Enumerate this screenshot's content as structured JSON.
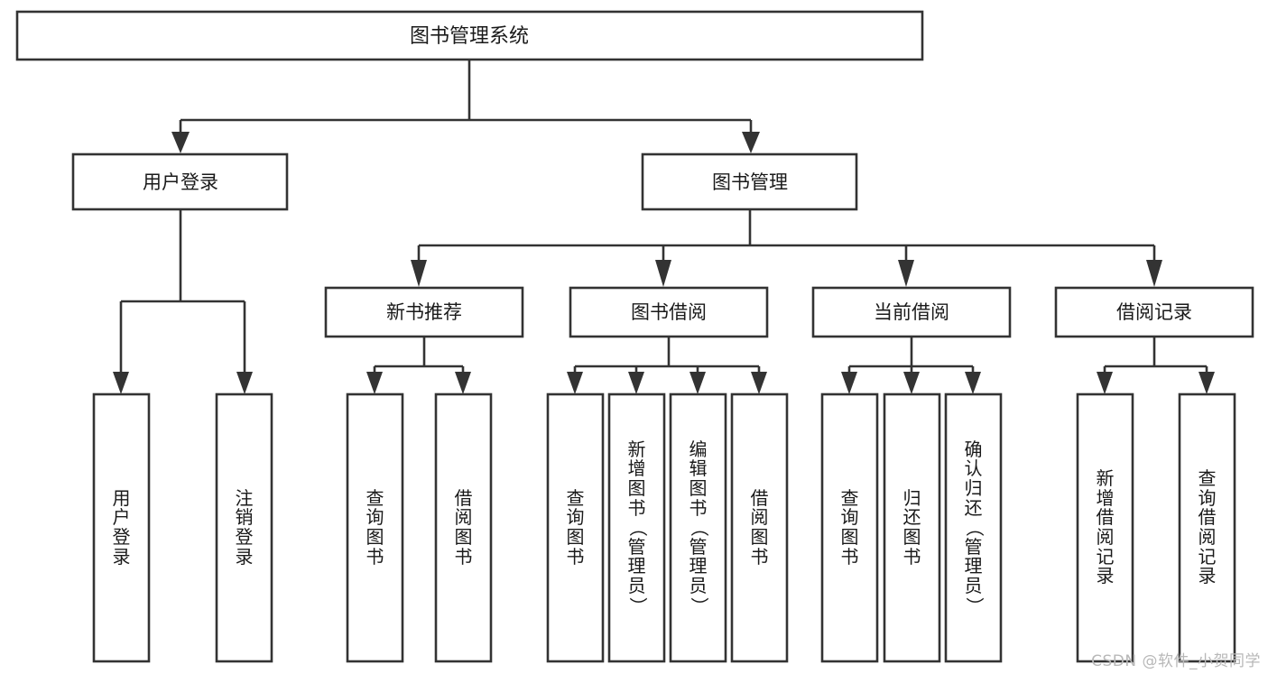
{
  "diagram": {
    "type": "tree",
    "title": "图书管理系统",
    "orientation": "top-down",
    "root": {
      "label": "图书管理系统",
      "children": [
        {
          "label": "用户登录",
          "children": [
            {
              "label": "用户登录"
            },
            {
              "label": "注销登录"
            }
          ]
        },
        {
          "label": "图书管理",
          "children": [
            {
              "label": "新书推荐",
              "children": [
                {
                  "label": "查询图书"
                },
                {
                  "label": "借阅图书"
                }
              ]
            },
            {
              "label": "图书借阅",
              "children": [
                {
                  "label": "查询图书"
                },
                {
                  "label": "新增图书（管理员）"
                },
                {
                  "label": "编辑图书（管理员）"
                },
                {
                  "label": "借阅图书"
                }
              ]
            },
            {
              "label": "当前借阅",
              "children": [
                {
                  "label": "查询图书"
                },
                {
                  "label": "归还图书"
                },
                {
                  "label": "确认归还（管理员）"
                }
              ]
            },
            {
              "label": "借阅记录",
              "children": [
                {
                  "label": "新增借阅记录"
                },
                {
                  "label": "查询借阅记录"
                }
              ]
            }
          ]
        }
      ]
    }
  },
  "nodes": {
    "root": "图书管理系统",
    "l2": [
      "用户登录",
      "图书管理"
    ],
    "l3": [
      "新书推荐",
      "图书借阅",
      "当前借阅",
      "借阅记录"
    ],
    "leaves": [
      "用户登录",
      "注销登录",
      "查询图书",
      "借阅图书",
      "查询图书",
      "新增图书（管理员）",
      "编辑图书（管理员）",
      "借阅图书",
      "查询图书",
      "归还图书",
      "确认归还（管理员）",
      "新增借阅记录",
      "查询借阅记录"
    ]
  },
  "watermark": {
    "text": "CSDN @软件_小贺同学"
  },
  "colors": {
    "background": "#ffffff",
    "stroke": "#333333",
    "text": "#1a1a1a",
    "watermark": "#b8b8b8"
  }
}
